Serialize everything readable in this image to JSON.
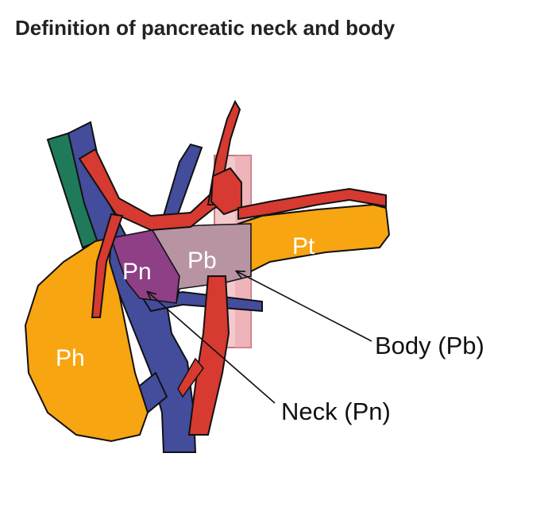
{
  "title": "Definition of pancreatic neck and body",
  "regions": {
    "head": "Ph",
    "neck": "Pn",
    "body": "Pb",
    "tail": "Pt"
  },
  "callouts": {
    "body": "Body (Pb)",
    "neck": "Neck (Pn)"
  },
  "colors": {
    "pancreas": "#f7a511",
    "neck": "#8e3f85",
    "body": "#b894a2",
    "artery": "#d63a30",
    "vein": "#404a9a",
    "bile_duct": "#1f7a5a",
    "aorta": "#f2c7c9"
  }
}
